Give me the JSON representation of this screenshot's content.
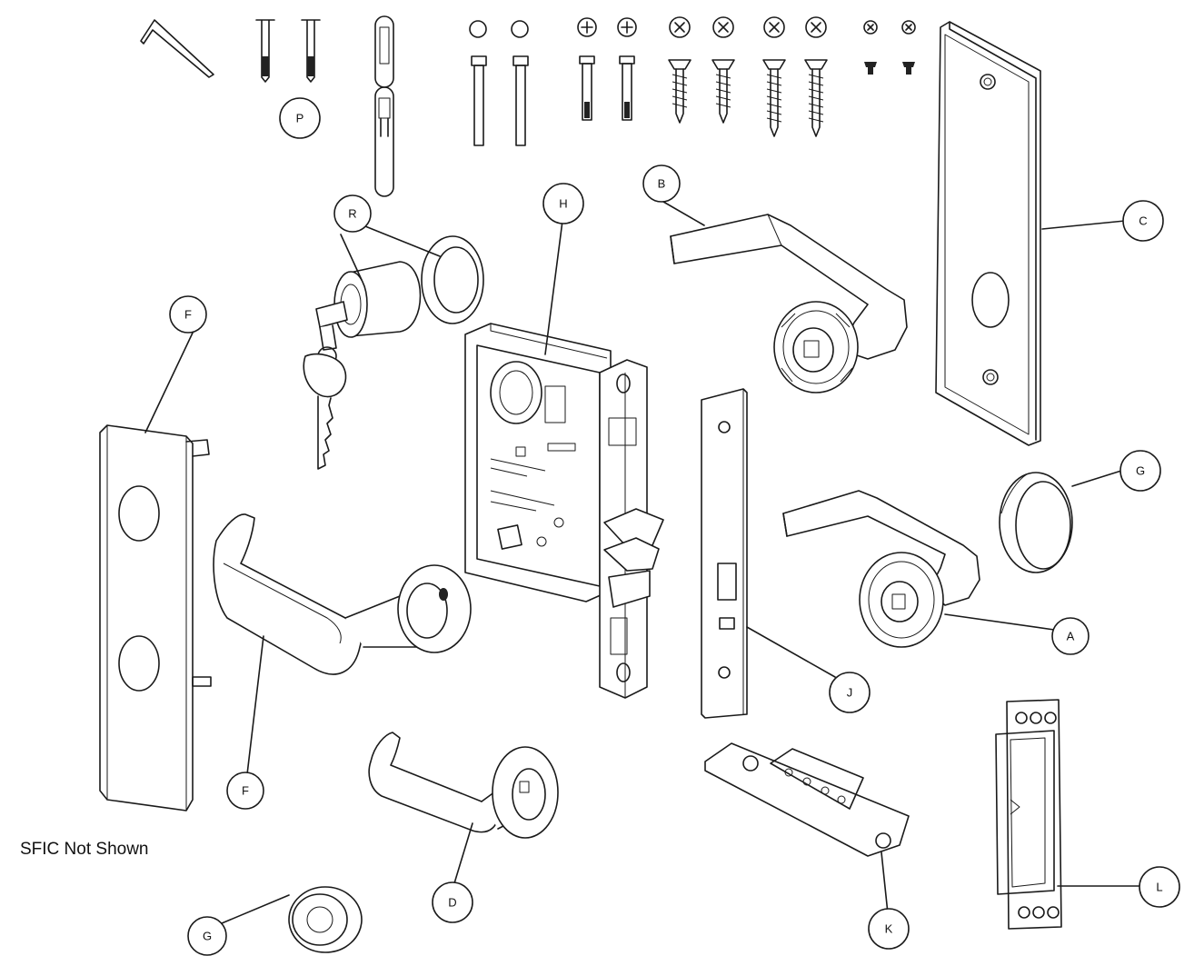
{
  "note": "SFIC Not Shown",
  "callouts": {
    "P": "P",
    "R": "R",
    "H": "H",
    "B": "B",
    "C": "C",
    "F1": "F",
    "F2": "F",
    "G1": "G",
    "G2": "G",
    "A": "A",
    "J": "J",
    "D": "D",
    "K": "K",
    "L": "L"
  },
  "parts": [
    {
      "id": "A",
      "name": "lever-trim-A"
    },
    {
      "id": "B",
      "name": "lever-trim-B"
    },
    {
      "id": "C",
      "name": "escutcheon-plate-C"
    },
    {
      "id": "D",
      "name": "lever-trim-D"
    },
    {
      "id": "F",
      "name": "escutcheon-and-lever-F"
    },
    {
      "id": "G",
      "name": "rose-G"
    },
    {
      "id": "H",
      "name": "mortise-lock-body-H"
    },
    {
      "id": "J",
      "name": "faceplate-J"
    },
    {
      "id": "K",
      "name": "strike-K"
    },
    {
      "id": "L",
      "name": "strike-box-L"
    },
    {
      "id": "P",
      "name": "fastener-pack-P"
    },
    {
      "id": "R",
      "name": "cylinder-and-keys-R"
    }
  ]
}
